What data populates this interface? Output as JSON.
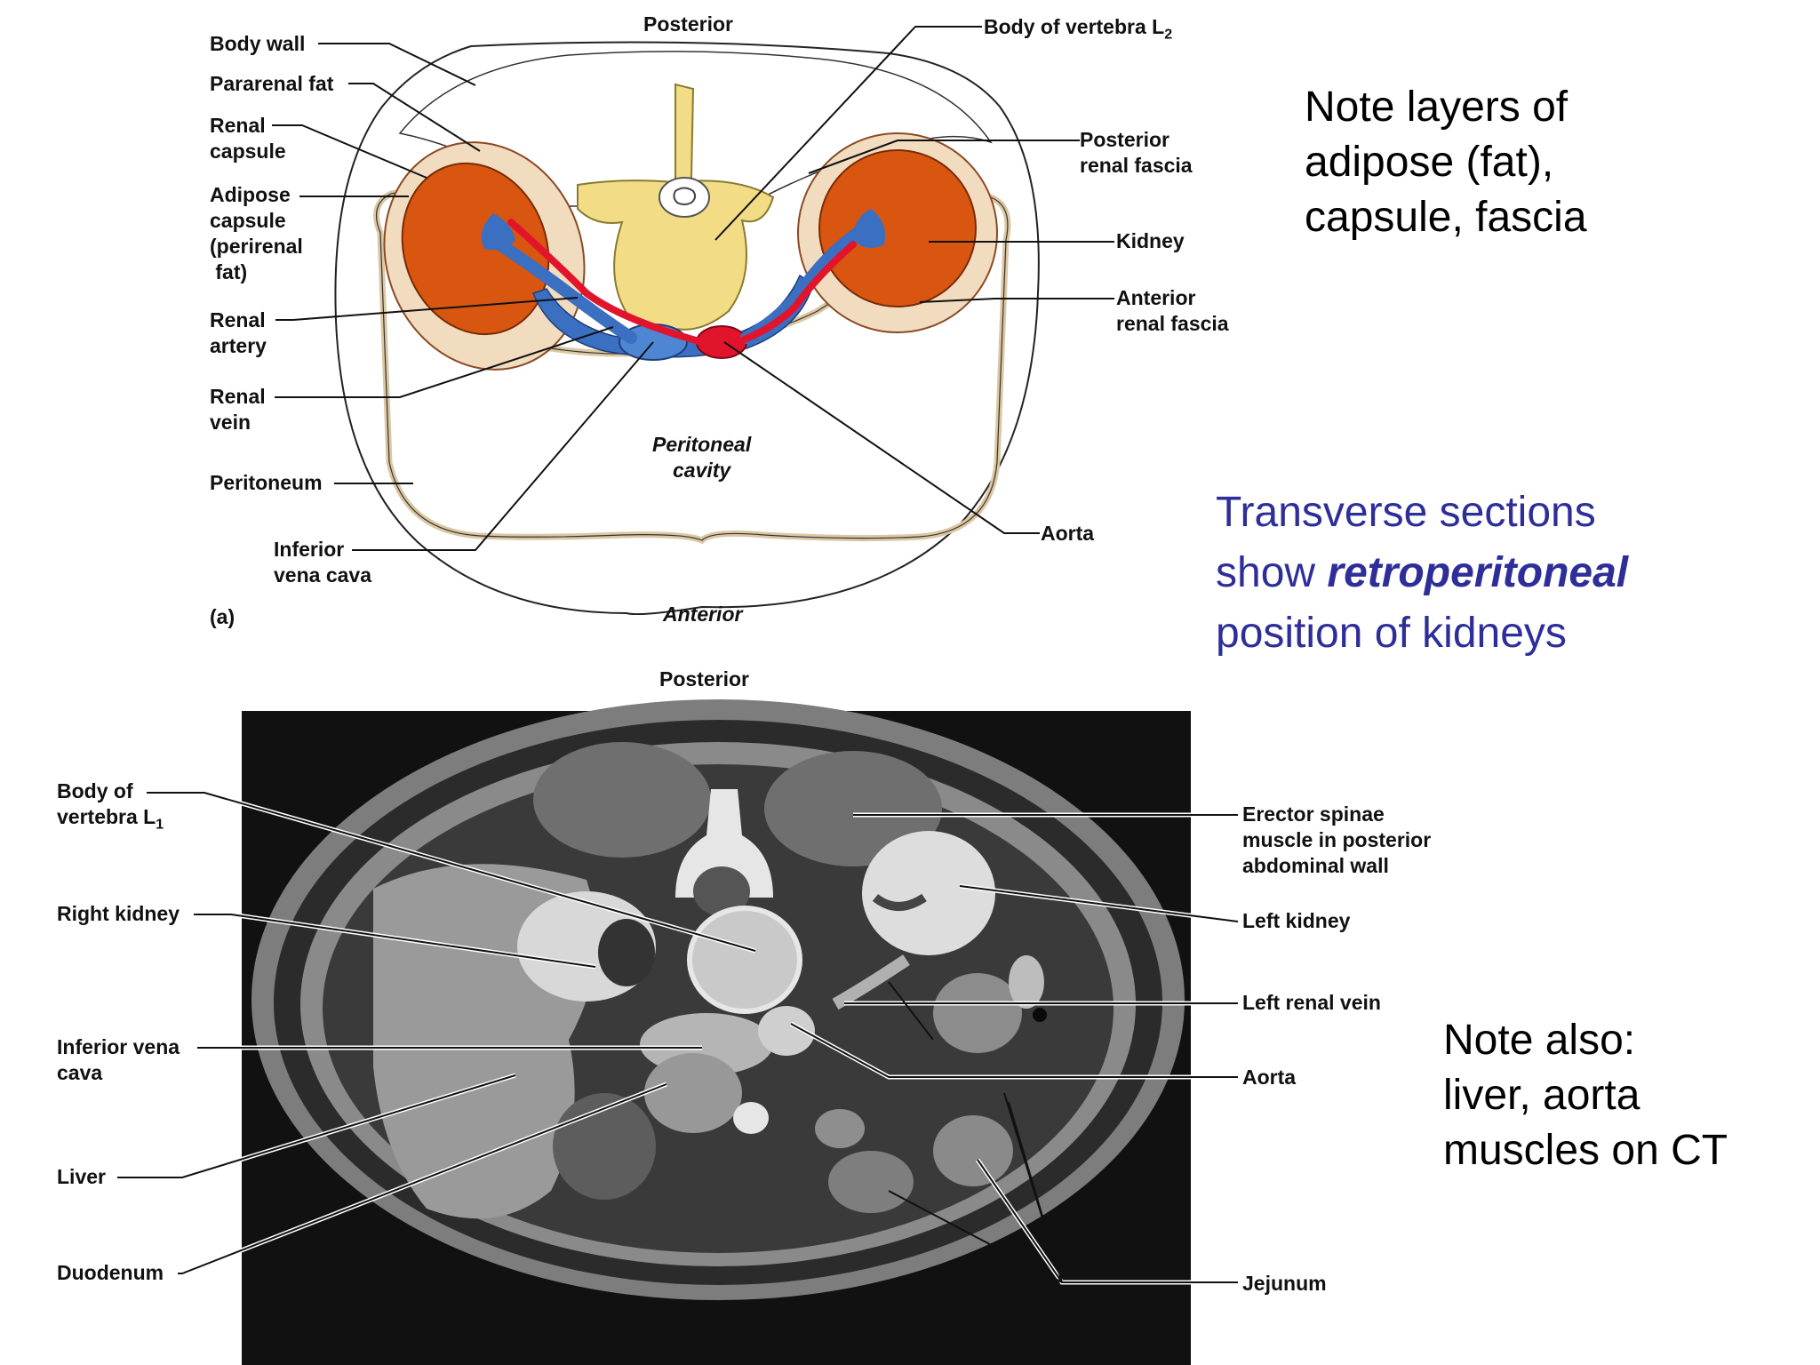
{
  "figure_a": {
    "posterior": "Posterior",
    "anterior": "Anterior",
    "panel_letter": "(a)",
    "cavity": [
      "Peritoneal",
      "cavity"
    ],
    "labels": {
      "body_wall": "Body wall",
      "pararenal_fat": "Pararenal fat",
      "renal_capsule": [
        "Renal",
        "capsule"
      ],
      "adipose_capsule": [
        "Adipose",
        "capsule",
        "(perirenal",
        " fat)"
      ],
      "renal_artery": [
        "Renal",
        "artery"
      ],
      "renal_vein": [
        "Renal",
        "vein"
      ],
      "peritoneum": "Peritoneum",
      "ivc": [
        "Inferior",
        "vena cava"
      ],
      "body_vertebra": "Body of vertebra L",
      "body_vertebra_sub": "2",
      "posterior_fascia": [
        "Posterior",
        "renal fascia"
      ],
      "kidney": "Kidney",
      "anterior_fascia": [
        "Anterior",
        "renal fascia"
      ],
      "aorta": "Aorta"
    }
  },
  "figure_b": {
    "posterior": "Posterior",
    "labels": {
      "body_vertebra": [
        "Body of",
        "vertebra L"
      ],
      "body_vertebra_sub": "1",
      "right_kidney": "Right kidney",
      "ivc": [
        "Inferior vena",
        "cava"
      ],
      "liver": "Liver",
      "duodenum": "Duodenum",
      "erector": [
        "Erector spinae",
        "muscle in posterior",
        "abdominal wall"
      ],
      "left_kidney": "Left kidney",
      "left_renal_vein": "Left renal vein",
      "aorta": "Aorta",
      "jejunum": "Jejunum"
    }
  },
  "notes": {
    "top": [
      "Note layers of",
      "adipose (fat),",
      "capsule, fascia"
    ],
    "middle_1": "Transverse sections",
    "middle_2a": "show ",
    "middle_2b": "retroperitoneal",
    "middle_3": "position of kidneys",
    "bottom": [
      "Note also:",
      "liver, aorta",
      "muscles on CT"
    ]
  },
  "colors": {
    "kidney": "#d8560f",
    "renal_vein": "#3a6fc1",
    "renal_artery": "#e2142c",
    "vertebra": "#f3dc86",
    "capsule": "#f1dcc0",
    "note_blue": "#2e2e9a",
    "ct_background": "#111111"
  }
}
